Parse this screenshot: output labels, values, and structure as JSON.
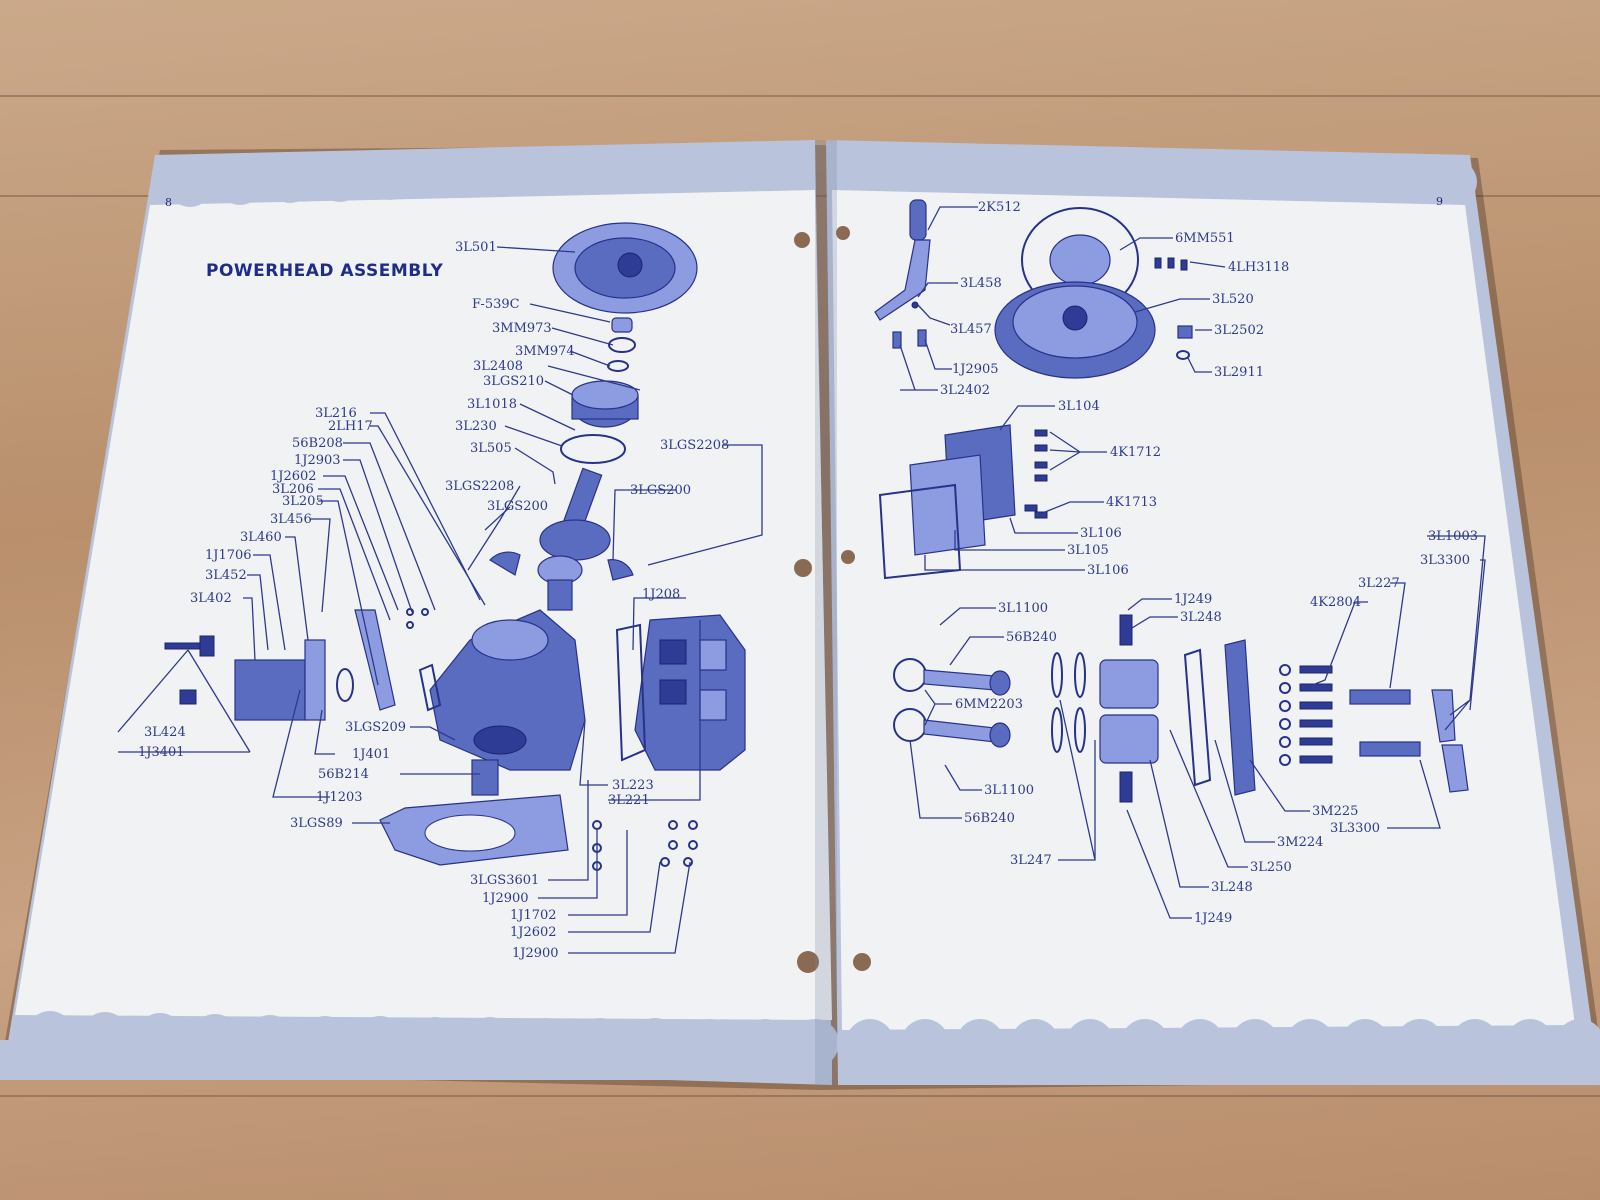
{
  "left_page": {
    "page_number": "8",
    "title": "POWERHEAD ASSEMBLY",
    "labels": [
      "3L501",
      "F-539C",
      "3MM973",
      "3MM974",
      "3L2408",
      "3LGS210",
      "3L1018",
      "3L230",
      "3L505",
      "3LGS2208",
      "3L216",
      "2LH17",
      "56B208",
      "1J2903",
      "1J2602",
      "3L206",
      "3L205",
      "3LGS2208",
      "3LGS200",
      "3L456",
      "3L460",
      "1J1706",
      "3L452",
      "3L402",
      "3LGS200",
      "1J208",
      "3L424",
      "1J3401",
      "3LGS209",
      "1J401",
      "56B214",
      "1J1203",
      "3LGS89",
      "3L223",
      "3L221",
      "3LGS3601",
      "1J2900",
      "1J1702",
      "1J2602",
      "1J2900"
    ]
  },
  "right_page": {
    "page_number": "9",
    "labels": [
      "2K512",
      "3L458",
      "3L457",
      "1J2905",
      "3L2402",
      "6MM551",
      "4LH3118",
      "3L520",
      "3L2502",
      "3L2911",
      "3L104",
      "4K1712",
      "4K1713",
      "3L106",
      "3L105",
      "3L106",
      "3L1100",
      "56B240",
      "6MM2203",
      "3L1100",
      "56B240",
      "1J249",
      "3L248",
      "3L247",
      "3L248",
      "1J249",
      "3L250",
      "3M224",
      "3M225",
      "3L227",
      "4K2804",
      "3L1003",
      "3L3300",
      "3L3300"
    ]
  },
  "colors": {
    "ink": "#2e3a8c",
    "paper": "#f1f2f4",
    "scallop": "#b9c4dc",
    "wood": "#c49f80"
  }
}
